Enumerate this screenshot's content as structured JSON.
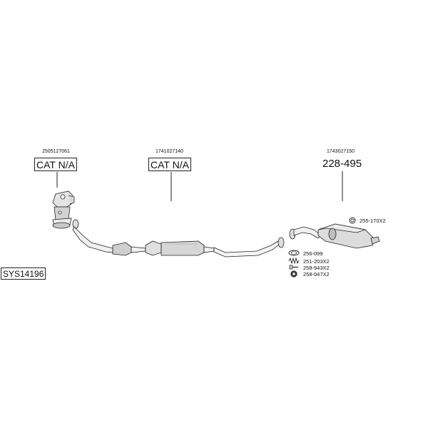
{
  "system": {
    "code": "SYS14196"
  },
  "parts": [
    {
      "oe": "2505127061",
      "code": "CAT N/A"
    },
    {
      "oe": "1741027140",
      "code": "CAT N/A"
    },
    {
      "oe": "1743027150",
      "code": "228-495"
    }
  ],
  "accessories": [
    {
      "label": "255-170X2",
      "icon": "clamp-ring-icon"
    },
    {
      "label": "256-099",
      "icon": "gasket-ring-icon"
    },
    {
      "label": "251-203X2",
      "icon": "spring-icon"
    },
    {
      "label": "258-943X2",
      "icon": "bolt-icon"
    },
    {
      "label": "258-047X2",
      "icon": "rubber-mount-icon"
    }
  ]
}
